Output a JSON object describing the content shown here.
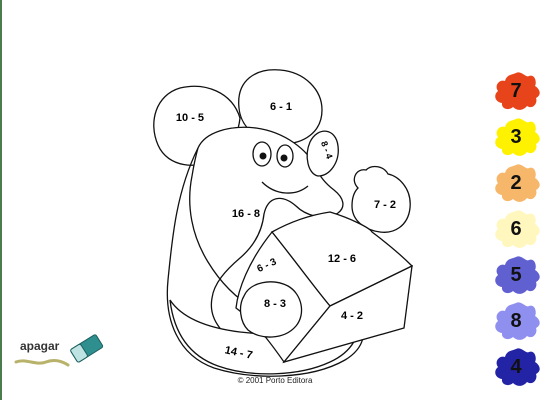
{
  "regions": [
    {
      "id": "ear-left",
      "expr": "10 - 5"
    },
    {
      "id": "ear-right",
      "expr": "6 - 1"
    },
    {
      "id": "cheek",
      "expr": "8 - 4"
    },
    {
      "id": "hand",
      "expr": "7 - 2"
    },
    {
      "id": "body",
      "expr": "16 - 8"
    },
    {
      "id": "box-top",
      "expr": "12 - 6"
    },
    {
      "id": "box-left",
      "expr": "6 - 3"
    },
    {
      "id": "box-right",
      "expr": "4 - 2"
    },
    {
      "id": "paw",
      "expr": "8 - 3"
    },
    {
      "id": "belly",
      "expr": "14 - 7"
    }
  ],
  "palette": [
    {
      "value": "7",
      "color": "#e8441c"
    },
    {
      "value": "3",
      "color": "#fff200"
    },
    {
      "value": "2",
      "color": "#f7b76a"
    },
    {
      "value": "6",
      "color": "#fff7bd"
    },
    {
      "value": "5",
      "color": "#6060d0"
    },
    {
      "value": "8",
      "color": "#8f8ff0"
    },
    {
      "value": "4",
      "color": "#2323a5"
    }
  ],
  "eraser": {
    "label": "apagar",
    "icon": "eraser-icon"
  },
  "footer": {
    "copyright": "© 2001 Porto Editora"
  }
}
